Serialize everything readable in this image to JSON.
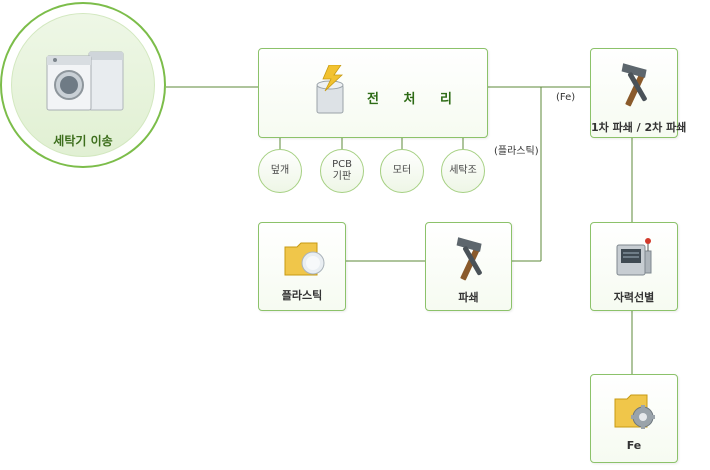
{
  "source": {
    "label": "세탁기 이송",
    "icon": "washing-machine-icon"
  },
  "preprocess": {
    "label": "전 처 리",
    "icon": "battery-lightning-icon",
    "outputs": [
      "덮개",
      "PCB\n기판",
      "모터",
      "세탁조"
    ]
  },
  "nodes": {
    "crush12": {
      "label": "1차 파쇄 / 2차 파쇄",
      "icon": "hammer-wrench-icon"
    },
    "crush": {
      "label": "파쇄",
      "icon": "hammer-wrench-icon"
    },
    "plastic": {
      "label": "플라스틱",
      "icon": "folder-disc-icon"
    },
    "magnetic": {
      "label": "자력선별",
      "icon": "machine-icon"
    },
    "fe": {
      "label": "Fe",
      "icon": "folder-gear-icon"
    }
  },
  "flow_labels": {
    "fe": "(Fe)",
    "plastic": "(플라스틱)"
  },
  "colors": {
    "line": "#5c8a3a",
    "border": "#8cc26a",
    "accent": "#3d6e1c"
  }
}
